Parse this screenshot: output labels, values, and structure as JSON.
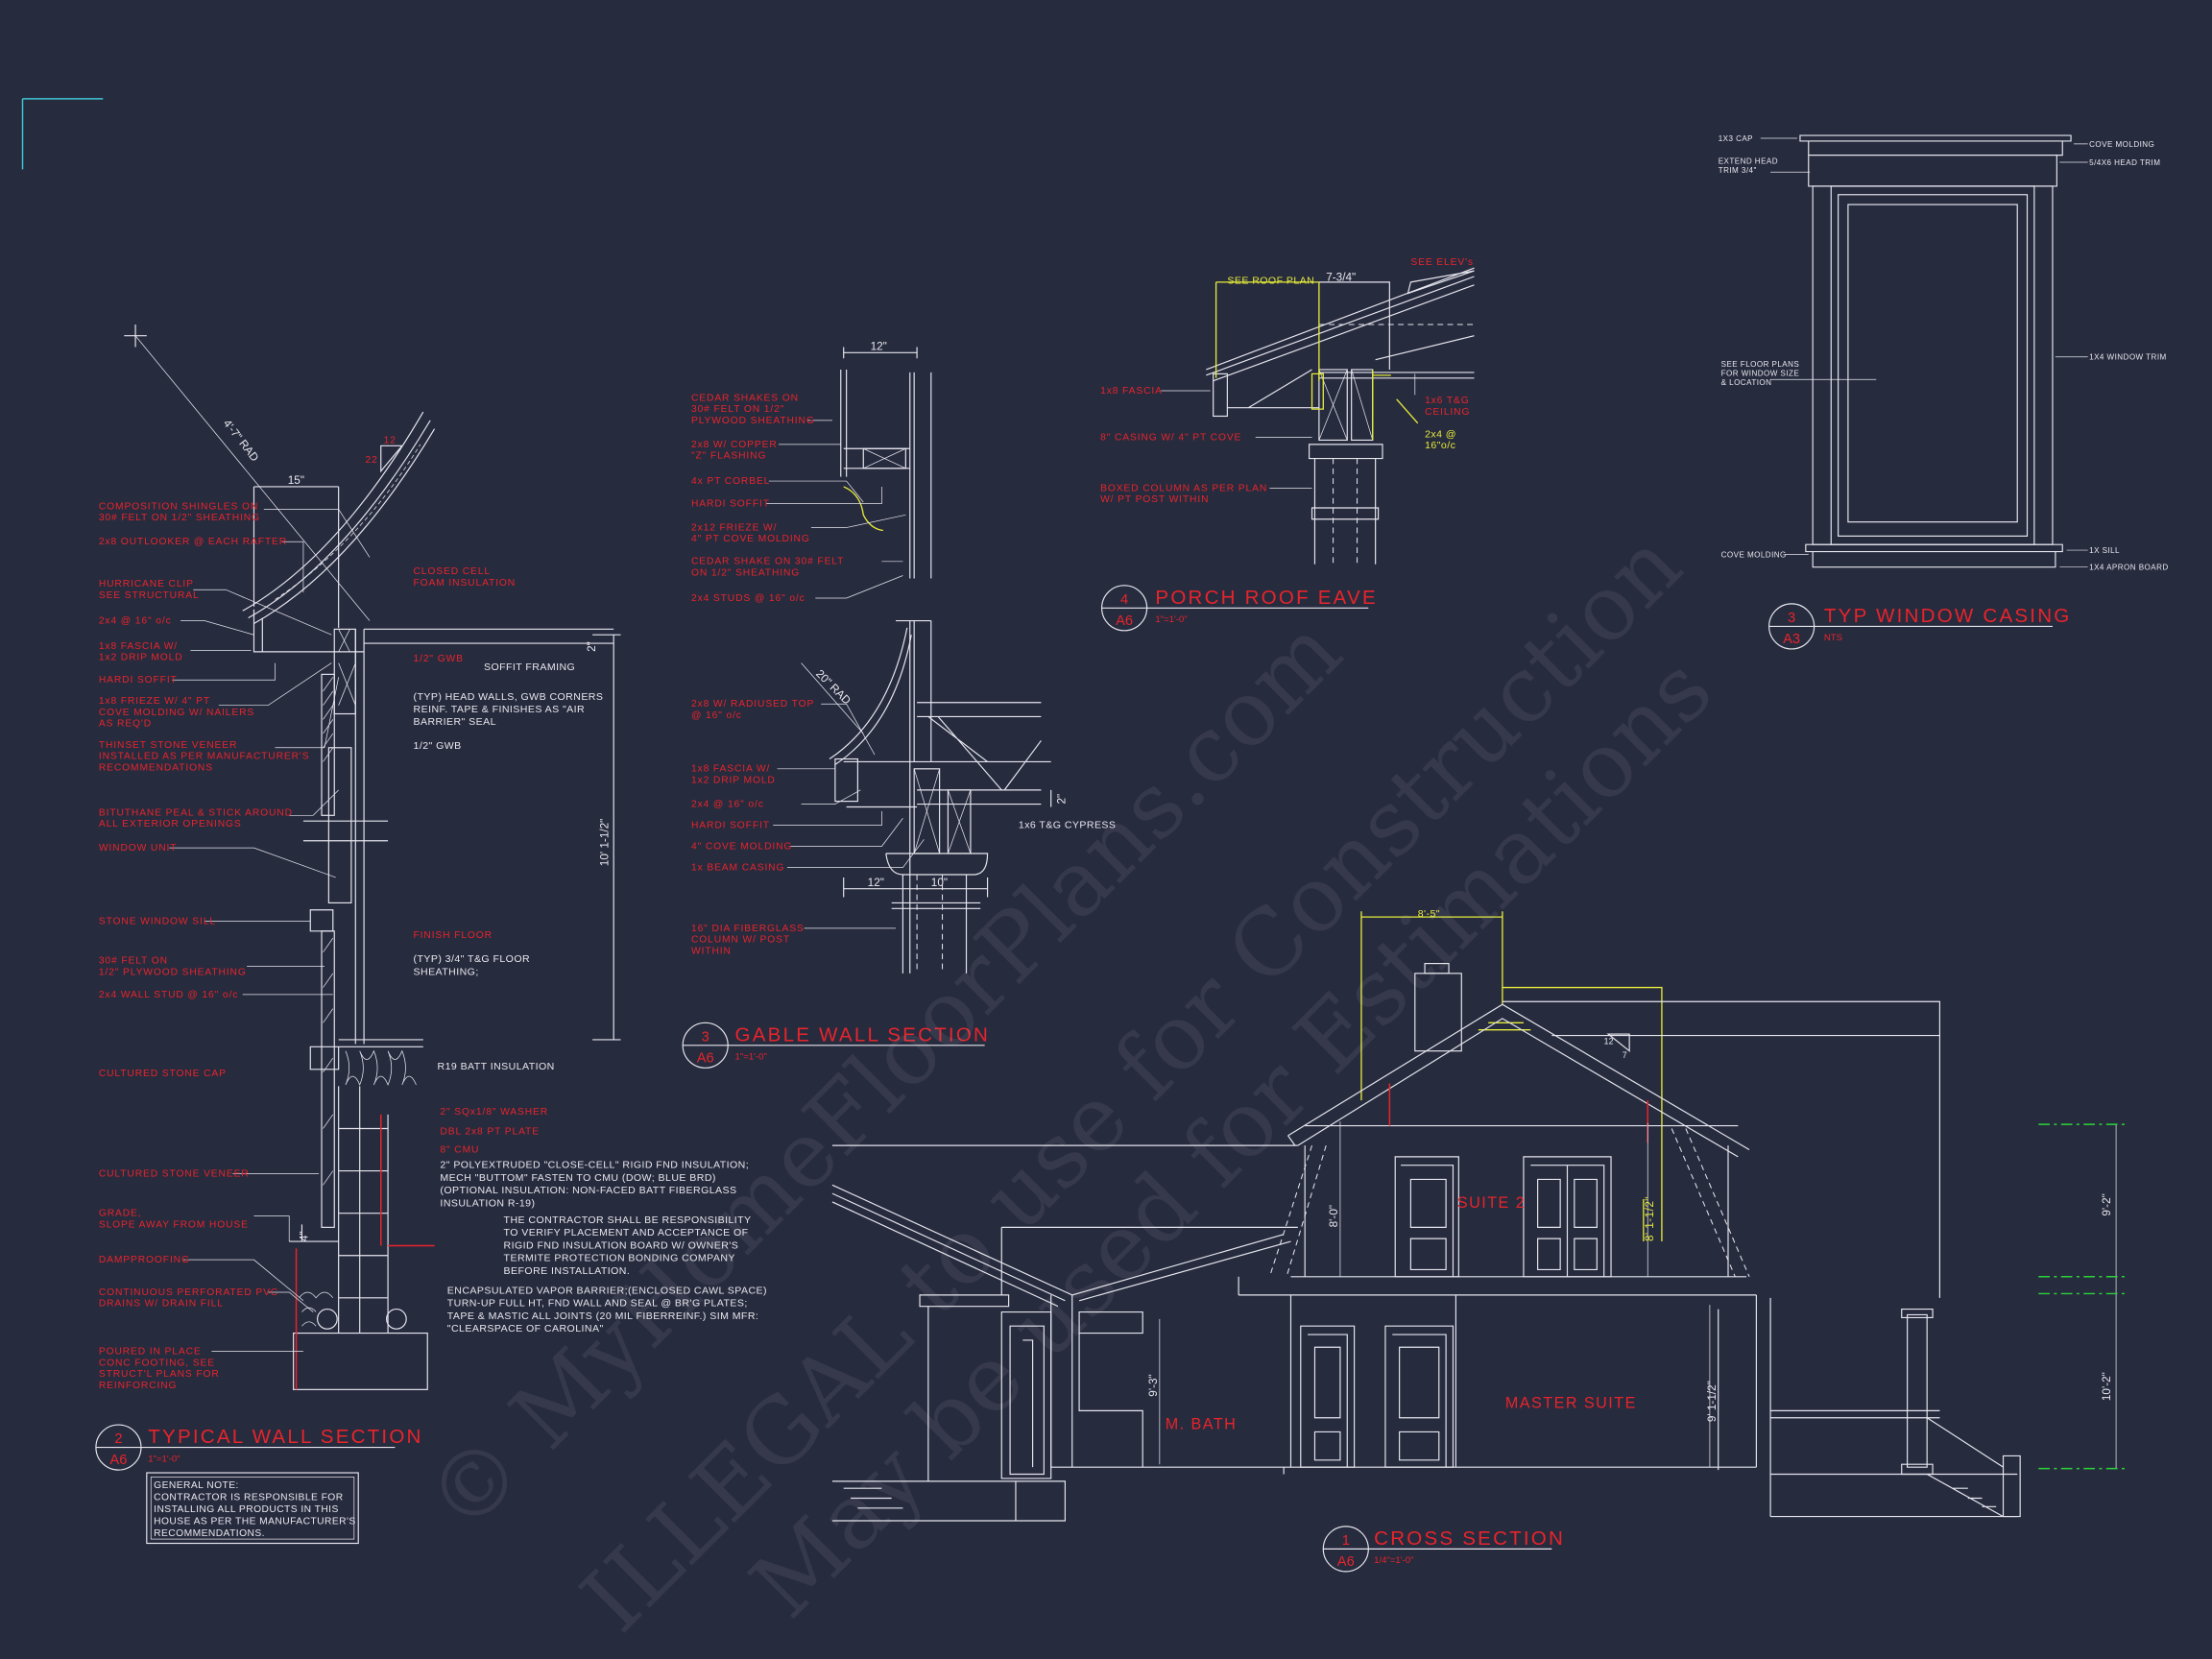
{
  "watermark": {
    "lines": [
      "© MyHomeFloorPlans.com",
      "ILLEGAL to use for Construction",
      "May be used for Estimations"
    ]
  },
  "colors": {
    "background": "#272b3e",
    "annotation_red": "#e8242b",
    "linework": "#e6e6ee",
    "highlight_yellow": "#e6ec3a",
    "grid_green": "#2bd23a"
  },
  "typical_wall_section": {
    "title": "TYPICAL WALL SECTION",
    "detail_number": "2",
    "sheet": "A6",
    "scale": "1\"=1'-0\"",
    "left_labels": [
      [
        "COMPOSITION SHINGLES ON",
        "30# FELT ON 1/2\" SHEATHING"
      ],
      [
        "2x8 OUTLOOKER @ EACH RAFTER"
      ],
      [
        "HURRICANE CLIP",
        "SEE STRUCTURAL"
      ],
      [
        "2x4 @ 16\" o/c"
      ],
      [
        "1x8 FASCIA W/",
        "1x2 DRIP MOLD"
      ],
      [
        "HARDI SOFFIT"
      ],
      [
        "1x8 FRIEZE W/ 4\" PT",
        "COVE MOLDING W/ NAILERS",
        "AS REQ'D"
      ],
      [
        "THINSET STONE VENEER",
        "INSTALLED AS PER MANUFACTURER'S",
        "RECOMMENDATIONS"
      ],
      [
        "BITUTHANE PEAL & STICK AROUND",
        "ALL EXTERIOR OPENINGS"
      ],
      [
        "WINDOW UNIT"
      ],
      [
        "STONE WINDOW SILL"
      ],
      [
        "30# FELT ON",
        "1/2\" PLYWOOD SHEATHING"
      ],
      [
        "2x4 WALL STUD @ 16\" o/c"
      ],
      [
        "CULTURED STONE CAP"
      ],
      [
        "CULTURED STONE VENEER"
      ],
      [
        "GRADE,",
        "SLOPE AWAY FROM HOUSE"
      ],
      [
        "DAMPPROOFING"
      ],
      [
        "CONTINUOUS PERFORATED PVC",
        "DRAINS W/ DRAIN FILL"
      ],
      [
        "POURED IN PLACE",
        "CONC FOOTING, SEE",
        "STRUCT'L PLANS FOR",
        "REINFORCING"
      ]
    ],
    "right_red_labels": [
      [
        "CLOSED CELL",
        "FOAM INSULATION"
      ],
      [
        "1/2\" GWB"
      ],
      [
        "FINISH FLOOR"
      ],
      [
        "2\" SQx1/8\" WASHER"
      ],
      [
        "DBL 2x8 PT PLATE"
      ],
      [
        "8\" CMU"
      ]
    ],
    "right_white_labels": [
      [
        "SOFFIT FRAMING"
      ],
      [
        "(TYP) HEAD WALLS, GWB CORNERS",
        "REINF. TAPE & FINISHES AS \"AIR",
        "BARRIER\" SEAL"
      ],
      [
        "1/2\" GWB"
      ],
      [
        "(TYP) 3/4\" T&G FLOOR",
        "SHEATHING;"
      ],
      [
        "R19 BATT INSULATION"
      ],
      [
        "2\" POLYEXTRUDED \"CLOSE-CELL\" RIGID FND INSULATION;",
        "MECH \"BUTTOM\" FASTEN TO CMU (DOW; BLUE BRD)",
        "(OPTIONAL INSULATION: NON-FACED BATT FIBERGLASS",
        "INSULATION R-19)"
      ],
      [
        "THE CONTRACTOR SHALL BE RESPONSIBILITY",
        "TO VERIFY PLACEMENT AND ACCEPTANCE OF",
        "RIGID FND INSULATION BOARD W/ OWNER'S",
        "TERMITE PROTECTION BONDING COMPANY",
        "BEFORE INSTALLATION."
      ],
      [
        "ENCAPSULATED VAPOR BARRIER;(ENCLOSED CAWL SPACE)",
        "TURN-UP FULL HT, FND WALL AND SEAL @ BR'G PLATES;",
        "TAPE & MASTIC ALL JOINTS (20 MIL FIBERREINF.) SIM MFR:",
        "\"CLEARSPACE OF CAROLINA\""
      ]
    ],
    "dimensions": {
      "radius": "4'-7\" RAD",
      "overhang": "15\"",
      "pitch_run": "12",
      "pitch_rise": "22",
      "wall_height": "10' 1-1/2\"",
      "soffit_drop": "2\"",
      "grade_drop": "4\""
    },
    "general_note": [
      "GENERAL NOTE:",
      "CONTRACTOR IS RESPONSIBLE FOR",
      "INSTALLING ALL PRODUCTS IN THIS",
      "HOUSE AS PER THE MANUFACTURER'S",
      "RECOMMENDATIONS."
    ]
  },
  "gable_wall_section": {
    "title": "GABLE WALL SECTION",
    "detail_number": "3",
    "sheet": "A6",
    "scale": "1\"=1'-0\"",
    "labels": [
      [
        "CEDAR SHAKES ON",
        "30# FELT ON 1/2\"",
        "PLYWOOD SHEATHING"
      ],
      [
        "2x8 W/ COPPER",
        "\"Z\" FLASHING"
      ],
      [
        "4x PT CORBEL"
      ],
      [
        "HARDI SOFFIT"
      ],
      [
        "2x12 FRIEZE W/",
        "4\" PT COVE MOLDING"
      ],
      [
        "CEDAR SHAKE ON 30# FELT",
        "ON 1/2\" SHEATHING"
      ],
      [
        "2x4 STUDS @ 16\" o/c"
      ],
      [
        "2x8 W/ RADIUSED TOP",
        "@ 16\" o/c"
      ],
      [
        "1x8 FASCIA W/",
        "1x2 DRIP MOLD"
      ],
      [
        "2x4 @ 16\" o/c"
      ],
      [
        "HARDI SOFFIT"
      ],
      [
        "4\" COVE MOLDING"
      ],
      [
        "1x BEAM CASING"
      ],
      [
        "16\" DIA FIBERGLASS",
        "COLUMN W/ POST",
        "WITHIN"
      ]
    ],
    "white_labels": [
      [
        "1x6 T&G CYPRESS"
      ]
    ],
    "dimensions": {
      "top_width": "12\"",
      "radius": "20\" RAD",
      "bottom_left": "12\"",
      "bottom_right": "10\"",
      "ceiling_drop": "2\""
    }
  },
  "porch_roof_eave": {
    "title": "PORCH ROOF EAVE",
    "detail_number": "4",
    "sheet": "A6",
    "scale": "1\"=1'-0\"",
    "labels": [
      [
        "1x8 FASCIA"
      ],
      [
        "8\" CASING W/ 4\" PT COVE"
      ],
      [
        "BOXED COLUMN AS PER PLAN",
        "W/ PT POST WITHIN"
      ],
      [
        "1x6 T&G",
        "CEILING"
      ],
      [
        "SEE ELEV's"
      ]
    ],
    "yellow_labels": [
      [
        "SEE ROOF PLAN"
      ],
      [
        "2x4 @",
        "16\"o/c"
      ]
    ],
    "dimensions": {
      "overhang": "7-3/4\""
    }
  },
  "window_casing": {
    "title": "TYP WINDOW CASING",
    "detail_number": "3",
    "sheet": "A3",
    "scale": "NTS",
    "left_labels": [
      [
        "1X3 CAP"
      ],
      [
        "EXTEND HEAD",
        "TRIM 3/4\""
      ],
      [
        "SEE FLOOR PLANS",
        "FOR WINDOW SIZE",
        "& LOCATION"
      ],
      [
        "COVE MOLDING"
      ]
    ],
    "right_labels": [
      [
        "COVE MOLDING"
      ],
      [
        "5/4X6 HEAD TRIM"
      ],
      [
        "1X4 WINDOW TRIM"
      ],
      [
        "1X SILL"
      ],
      [
        "1X4 APRON BOARD"
      ]
    ]
  },
  "cross_section": {
    "title": "CROSS SECTION",
    "detail_number": "1",
    "sheet": "A6",
    "scale": "1/4\"=1'-0\"",
    "rooms": {
      "upper": "SUITE 2",
      "lower": "MASTER SUITE",
      "bath": "M. BATH"
    },
    "dimensions": {
      "dormer_width": "8'-5\"",
      "pitch_run": "12",
      "pitch_rise": "7",
      "upper_left_height": "8'-0\"",
      "upper_right_height": "8' 1-1/2\"",
      "lower_height": "9' 1-1/2\"",
      "bath_height": "9'-3\"",
      "upper_level": "9'-2\"",
      "lower_level": "10'-2\""
    }
  }
}
